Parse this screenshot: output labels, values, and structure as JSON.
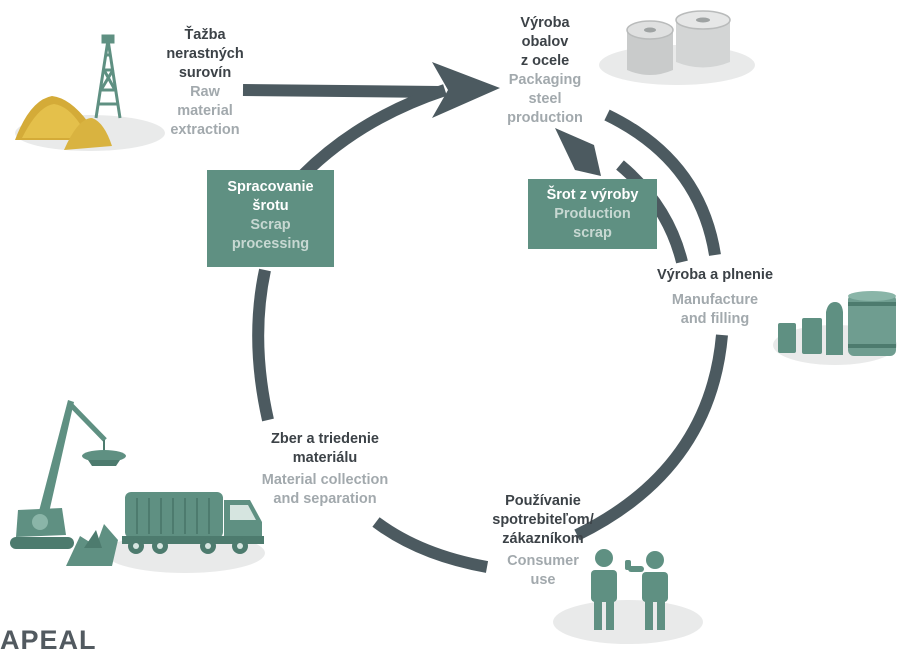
{
  "nodes": {
    "raw_extraction": {
      "sk": [
        "Ťažba",
        "nerastných",
        "surovín"
      ],
      "en": [
        "Raw",
        "material",
        "extraction"
      ]
    },
    "steel_production": {
      "sk": [
        "Výroba",
        "obalov",
        "z ocele"
      ],
      "en": [
        "Packaging",
        "steel",
        "production"
      ]
    },
    "manufacture": {
      "sk": [
        "Výroba a plnenie"
      ],
      "en": [
        "Manufacture",
        "and filling"
      ]
    },
    "consumer": {
      "sk": [
        "Používanie",
        "spotrebiteľom/",
        "zákazníkom"
      ],
      "en": [
        "Consumer",
        "use"
      ]
    },
    "collection": {
      "sk": [
        "Zber a triedenie",
        "materiálu"
      ],
      "en": [
        "Material collection",
        "and separation"
      ]
    }
  },
  "boxes": {
    "scrap_processing": {
      "sk": [
        "Spracovanie",
        "šrotu"
      ],
      "en": [
        "Scrap",
        "processing"
      ]
    },
    "production_scrap": {
      "sk": [
        "Šrot z výroby"
      ],
      "en": [
        "Production",
        "scrap"
      ]
    }
  },
  "logo": {
    "text": "APEAL"
  },
  "colors": {
    "arrow": "#4c5a60",
    "box": "#5f9082",
    "icon": "#5f9082",
    "sand": "#e0bb45",
    "shadow": "#e9eaea",
    "roll": "#cfd1d1",
    "text_dark": "#3c4247",
    "text_light": "#a2a9ad"
  }
}
